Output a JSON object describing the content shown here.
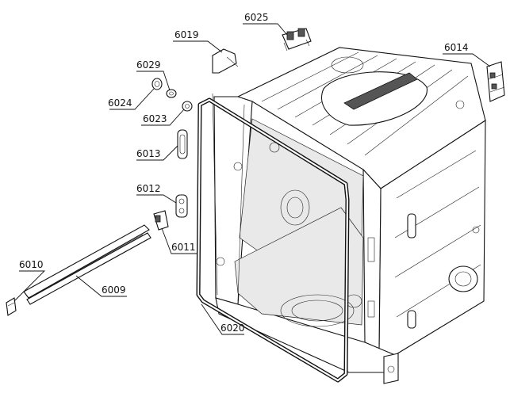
{
  "labels": {
    "p6025": "6025",
    "p6019": "6019",
    "p6029": "6029",
    "p6024": "6024",
    "p6023": "6023",
    "p6013": "6013",
    "p6012": "6012",
    "p6011": "6011",
    "p6010": "6010",
    "p6009": "6009",
    "p6020": "6020",
    "p6014": "6014"
  },
  "colors": {
    "line": "#111111",
    "background": "#ffffff"
  }
}
